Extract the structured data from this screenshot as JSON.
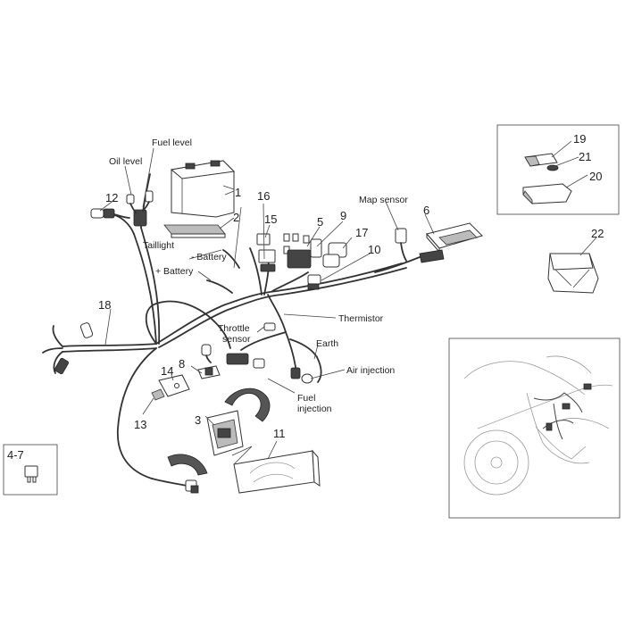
{
  "labels": {
    "fuel_level": "Fuel level",
    "oil_level": "Oil level",
    "taillight": "Taillight",
    "battery_neg": "- Battery",
    "battery_pos": "+ Battery",
    "map_sensor": "Map sensor",
    "thermistor": "Thermistor",
    "throttle_sensor_1": "Throttle",
    "throttle_sensor_2": "sensor",
    "earth": "Earth",
    "air_injection": "Air injection",
    "fuel_injection_1": "Fuel",
    "fuel_injection_2": "injection"
  },
  "part_numbers": {
    "p1": "1",
    "p2": "2",
    "p3": "3",
    "p5": "5",
    "p6": "6",
    "p8": "8",
    "p9": "9",
    "p10": "10",
    "p11": "11",
    "p12": "12",
    "p13": "13",
    "p14": "14",
    "p15": "15",
    "p16": "16",
    "p17": "17",
    "p18": "18",
    "p19": "19",
    "p20": "20",
    "p21": "21",
    "p22": "22",
    "p4_7": "4-7"
  }
}
